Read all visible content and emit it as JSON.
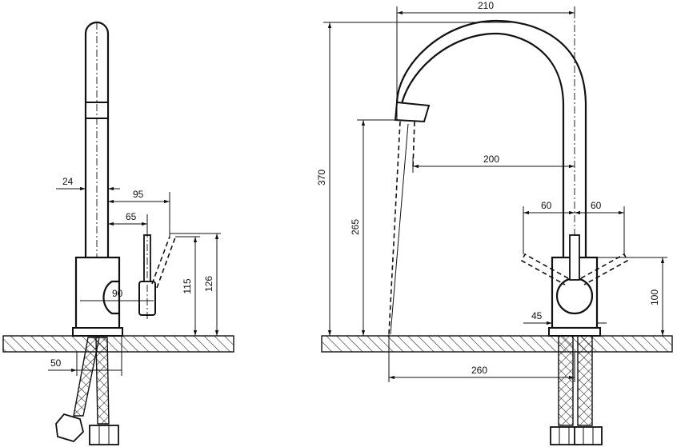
{
  "side_view": {
    "dims": {
      "d24": "24",
      "d95": "95",
      "d65": "65",
      "d90": "90",
      "d115": "115",
      "d126": "126",
      "d50": "50"
    }
  },
  "front_view": {
    "dims": {
      "d210": "210",
      "d370": "370",
      "d265": "265",
      "d200": "200",
      "d60_left": "60",
      "d60_right": "60",
      "d100": "100",
      "d45": "45",
      "d260": "260"
    }
  }
}
